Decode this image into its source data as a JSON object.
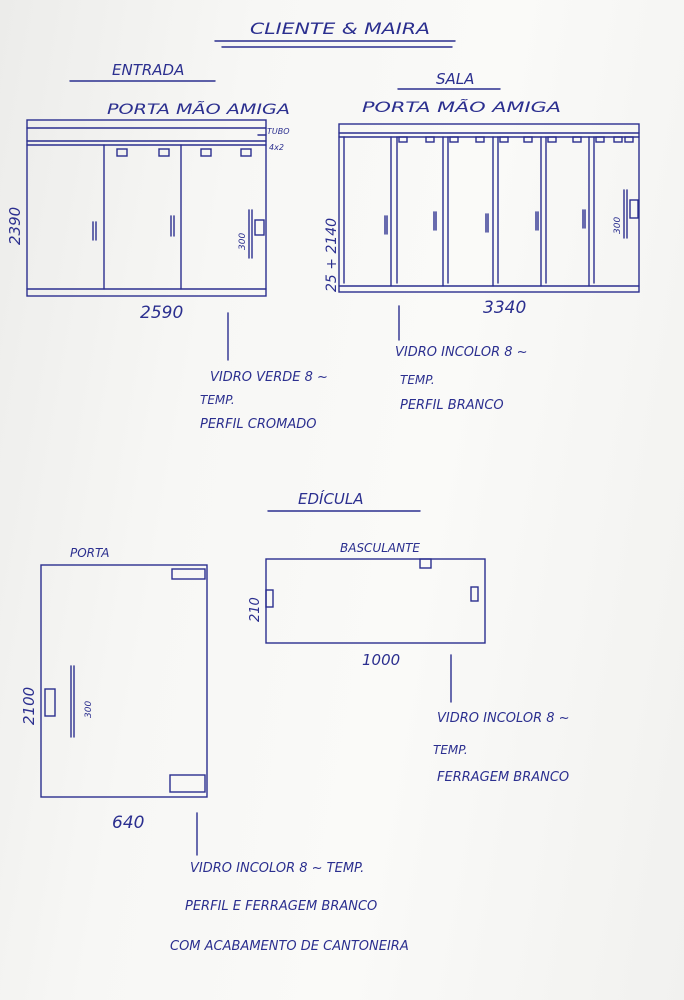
{
  "title": "CLIENTE & MAIRA",
  "entrada": {
    "heading": "ENTRADA",
    "subtitle": "PORTA MÃO AMIGA",
    "tube_note_1": "TUBO",
    "tube_note_2": "4x2",
    "height": "2390",
    "width": "2590",
    "handle": "300",
    "notes": [
      "VIDRO VERDE 8 ~",
      "TEMP.",
      "PERFIL CROMADO"
    ]
  },
  "sala": {
    "heading": "SALA",
    "subtitle": "PORTA MÃO AMIGA",
    "height": "25 + 2140",
    "width": "3340",
    "handle": "300",
    "notes": [
      "VIDRO INCOLOR 8 ~",
      "TEMP.",
      "PERFIL BRANCO"
    ]
  },
  "edicula": {
    "heading": "EDÍCULA",
    "porta": {
      "label": "PORTA",
      "height": "2100",
      "width": "640",
      "handle": "300"
    },
    "basculante": {
      "label": "BASCULANTE",
      "height": "210",
      "width": "1000",
      "notes": [
        "VIDRO INCOLOR 8 ~",
        "TEMP.",
        "FERRAGEM BRANCO"
      ]
    },
    "notes": [
      "VIDRO INCOLOR 8 ~ TEMP.",
      "PERFIL E FERRAGEM BRANCO",
      "COM ACABAMENTO DE CANTONEIRA"
    ]
  },
  "colors": {
    "ink": "#2b2f8f",
    "paper": "#f7f7f5"
  }
}
